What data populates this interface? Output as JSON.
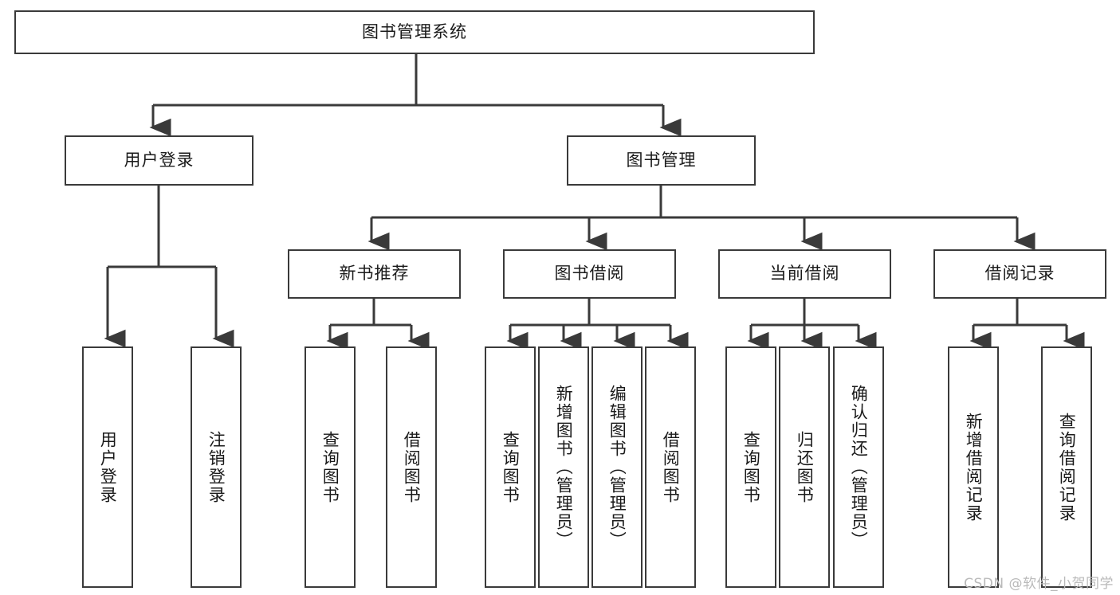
{
  "diagram": {
    "title": "图书管理系统",
    "watermark": "CSDN @软件_小贺同学",
    "style": {
      "stroke": "#3a3a3a",
      "fill": "#ffffff",
      "text": "#1a1a1a",
      "watermark_color": "#b9b9b9"
    },
    "root": {
      "label": "图书管理系统"
    },
    "level2": [
      {
        "label": "用户登录"
      },
      {
        "label": "图书管理"
      }
    ],
    "level3": [
      {
        "label": "新书推荐"
      },
      {
        "label": "图书借阅"
      },
      {
        "label": "当前借阅"
      },
      {
        "label": "借阅记录"
      }
    ],
    "leaves": {
      "user_login": [
        {
          "label": "用户登录"
        },
        {
          "label": "注销登录"
        }
      ],
      "new_book": [
        {
          "label": "查询图书"
        },
        {
          "label": "借阅图书"
        }
      ],
      "book_borrow": [
        {
          "label": "查询图书"
        },
        {
          "label": "新增图书（管理员）"
        },
        {
          "label": "编辑图书（管理员）"
        },
        {
          "label": "借阅图书"
        }
      ],
      "current_borrow": [
        {
          "label": "查询图书"
        },
        {
          "label": "归还图书"
        },
        {
          "label": "确认归还（管理员）"
        }
      ],
      "borrow_record": [
        {
          "label": "新增借阅记录"
        },
        {
          "label": "查询借阅记录"
        }
      ]
    }
  }
}
